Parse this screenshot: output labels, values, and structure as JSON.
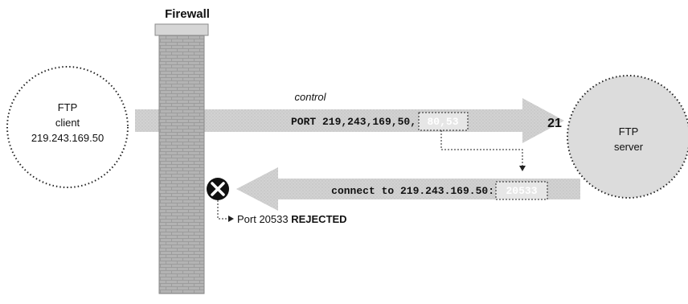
{
  "firewall": {
    "label": "Firewall"
  },
  "client": {
    "line1": "FTP",
    "line2": "client",
    "line3": "219.243.169.50"
  },
  "server": {
    "line1": "FTP",
    "line2": "server"
  },
  "control_arrow": {
    "caption": "control",
    "text": "PORT 219,243,169,50,",
    "highlight": "80,53",
    "port": "21"
  },
  "connect_arrow": {
    "text": "connect to 219.243.169.50:",
    "highlight": "20533"
  },
  "rejected": {
    "prefix": "Port 20533 ",
    "status": "REJECTED"
  },
  "colors": {
    "arrow": "#d6d6d6",
    "wall": "#b0b0b0",
    "wall_cap": "#d4d4d4",
    "server_fill": "#dcdcdc",
    "outline": "#222222"
  },
  "icons": [
    "reject-x-icon"
  ]
}
